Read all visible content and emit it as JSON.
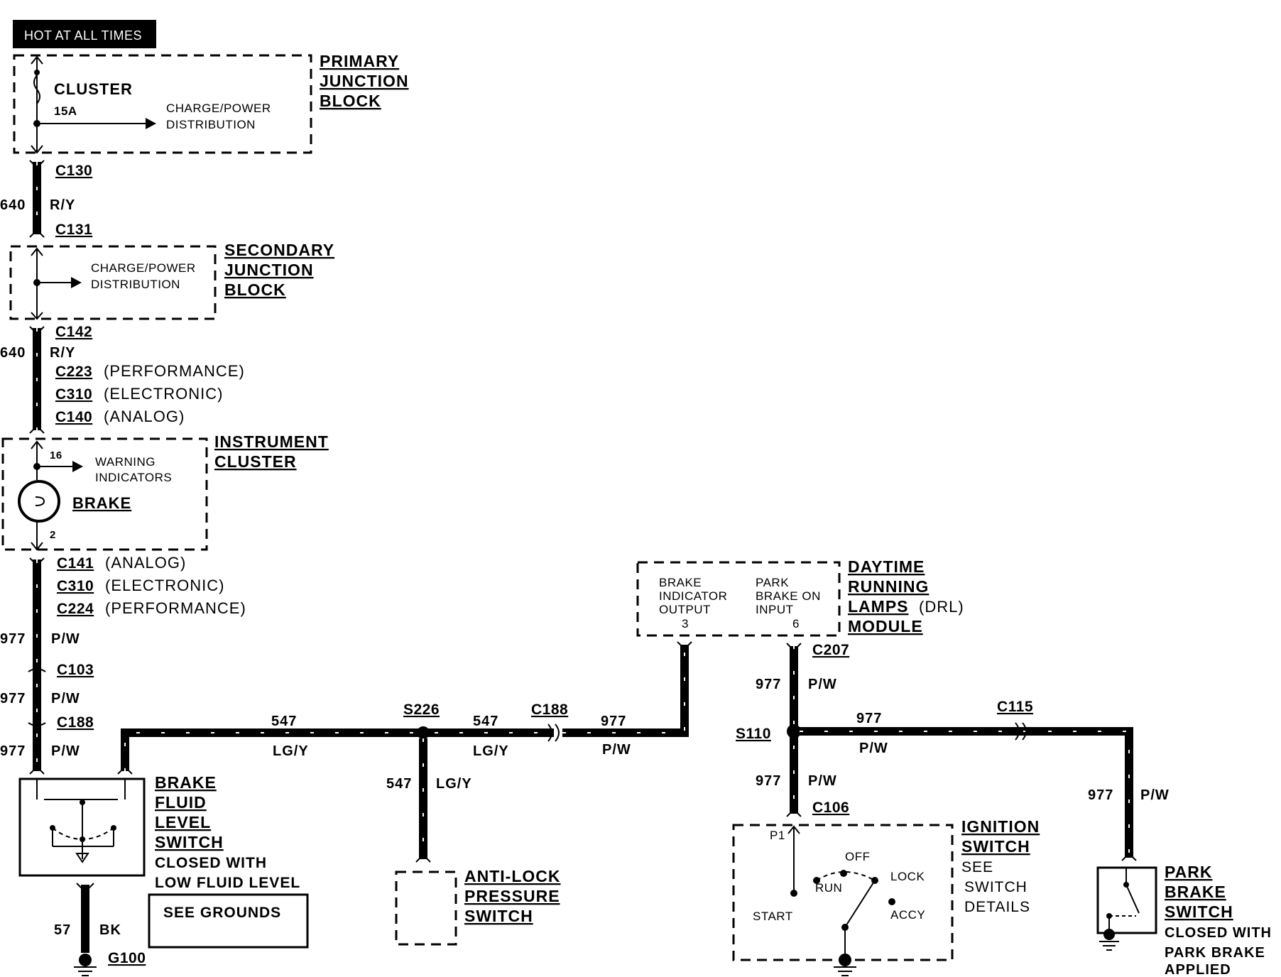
{
  "hot_label": "HOT AT ALL TIMES",
  "primary_junction": {
    "title": [
      "PRIMARY",
      "JUNCTION",
      "BLOCK"
    ],
    "fuse_name": "CLUSTER",
    "fuse_rating": "15A",
    "distribution": [
      "CHARGE/POWER",
      "DISTRIBUTION"
    ]
  },
  "secondary_junction": {
    "title": [
      "SECONDARY",
      "JUNCTION",
      "BLOCK"
    ],
    "distribution": [
      "CHARGE/POWER",
      "DISTRIBUTION"
    ]
  },
  "connectors": {
    "c130": "C130",
    "c131": "C131",
    "c142": "C142",
    "c223": "C223",
    "c310a": "C310",
    "c140": "C140",
    "c141": "C141",
    "c310b": "C310",
    "c224": "C224",
    "c103": "C103",
    "c188a": "C188",
    "c188b": "C188",
    "c207": "C207",
    "c115": "C115",
    "c106": "C106",
    "g100": "G100",
    "s226": "S226",
    "s110": "S110"
  },
  "connector_notes": {
    "performance": "(PERFORMANCE)",
    "electronic": "(ELECTRONIC)",
    "analog": "(ANALOG)"
  },
  "wires": {
    "w640": "640",
    "ry": "R/Y",
    "w977": "977",
    "pw": "P/W",
    "w547": "547",
    "lgy": "LG/Y",
    "w57": "57",
    "bk": "BK"
  },
  "instrument_cluster": {
    "title": [
      "INSTRUMENT",
      "CLUSTER"
    ],
    "pin_in": "16",
    "pin_out": "2",
    "warning": [
      "WARNING",
      "INDICATORS"
    ],
    "lamp_label": "BRAKE"
  },
  "brake_fluid_switch": {
    "title": [
      "BRAKE",
      "FLUID",
      "LEVEL",
      "SWITCH"
    ],
    "note": [
      "CLOSED WITH",
      "LOW FLUID LEVEL"
    ],
    "see_grounds": "SEE GROUNDS"
  },
  "anti_lock": {
    "title": [
      "ANTI-LOCK",
      "PRESSURE",
      "SWITCH"
    ]
  },
  "drl_module": {
    "title_parts": [
      "DAYTIME",
      "RUNNING",
      "LAMPS",
      "MODULE"
    ],
    "drl_suffix": "(DRL)",
    "pin_left": [
      "BRAKE",
      "INDICATOR",
      "OUTPUT"
    ],
    "pin_left_no": "3",
    "pin_right": [
      "PARK",
      "BRAKE ON",
      "INPUT"
    ],
    "pin_right_no": "6"
  },
  "ignition_switch": {
    "title": [
      "IGNITION",
      "SWITCH"
    ],
    "note": [
      "SEE",
      "SWITCH",
      "DETAILS"
    ],
    "pin": "P1",
    "positions": {
      "off": "OFF",
      "run": "RUN",
      "lock": "LOCK",
      "start": "START",
      "accy": "ACCY"
    }
  },
  "park_brake_switch": {
    "title": [
      "PARK",
      "BRAKE",
      "SWITCH"
    ],
    "note": [
      "CLOSED WITH",
      "PARK BRAKE",
      "APPLIED"
    ]
  },
  "colors": {
    "ink": "#000000",
    "paper": "#ffffff"
  }
}
